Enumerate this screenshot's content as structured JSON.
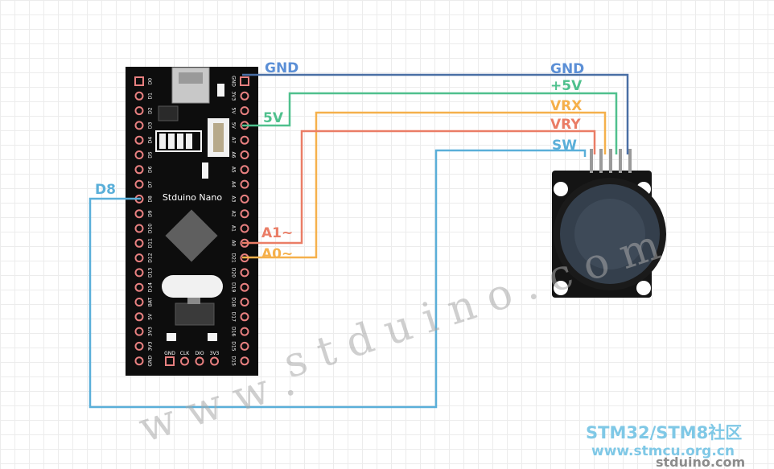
{
  "colors": {
    "gnd": "#4a6fa5",
    "v5": "#4fc08d",
    "vrx": "#f5b04b",
    "vry": "#ea7d66",
    "sw": "#5aafd9",
    "gnd_label": "#5b8fd6",
    "board": "#0d0d0d",
    "pad": "#e88080"
  },
  "board": {
    "name": "Stduino Nano",
    "left_pins": [
      "D0",
      "D1",
      "D2",
      "D3",
      "D4",
      "D5",
      "D6",
      "D7",
      "D8",
      "D9",
      "D10",
      "D11",
      "D12",
      "D13",
      "D14",
      "BAT",
      "5V",
      "3V3",
      "3V3",
      "GND"
    ],
    "right_pins": [
      "GND",
      "3V3",
      "5V",
      "5V",
      "A7",
      "A6",
      "A5",
      "A4",
      "A3",
      "A2",
      "A1",
      "A0",
      "D21",
      "D20",
      "D19",
      "D18",
      "D17",
      "D16",
      "D15",
      "D15"
    ],
    "bottom_pins": [
      "GND",
      "CLK",
      "DIO",
      "3V3"
    ]
  },
  "wires": {
    "gnd_board": "GND",
    "v5_board": "5V",
    "a1_board": "A1~",
    "a0_board": "A0~",
    "d8_board": "D8",
    "gnd_joy": "GND",
    "v5_joy": "+5V",
    "vrx_joy": "VRX",
    "vry_joy": "VRY",
    "sw_joy": "SW"
  },
  "watermark": {
    "left": "w w w .",
    "right": "s t d u i n o . c o m"
  },
  "corner": {
    "line1": "STM32/STM8社区",
    "line2": "www.stmcu.org.cn",
    "line3": "stduino.com"
  }
}
